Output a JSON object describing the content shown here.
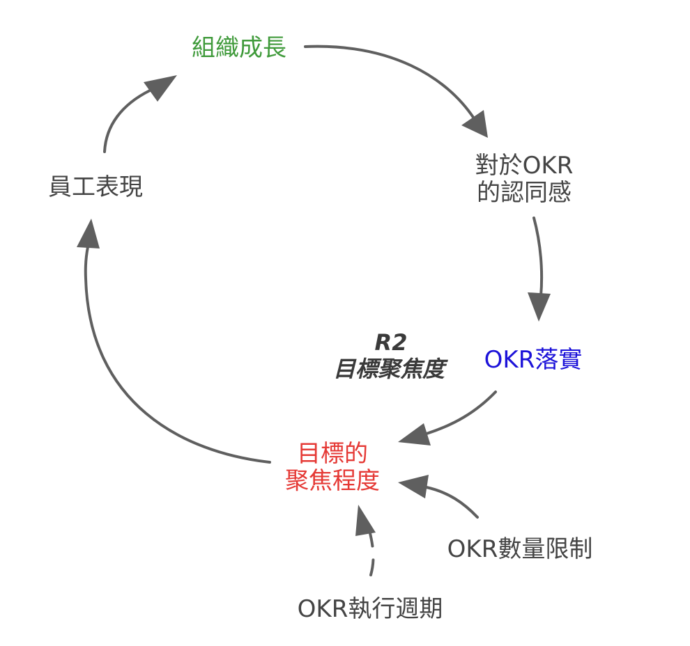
{
  "nodes": {
    "org_growth": {
      "label": "組織成長",
      "color": "#3f9a3a"
    },
    "okr_recognition": {
      "lines": [
        "對於OKR",
        "的認同感"
      ],
      "color": "#444444"
    },
    "okr_implementation": {
      "label": "OKR落實",
      "color": "#1c12d9"
    },
    "goal_focus": {
      "lines": [
        "目標的",
        "聚焦程度"
      ],
      "color": "#e53935"
    },
    "employee_performance": {
      "label": "員工表現",
      "color": "#444444"
    },
    "okr_quantity_limit": {
      "label": "OKR數量限制",
      "color": "#444444"
    },
    "okr_cycle": {
      "label": "OKR執行週期",
      "color": "#444444"
    }
  },
  "loop": {
    "id": "R2",
    "name": "目標聚焦度",
    "color": "#3a3a3a"
  },
  "arrow_color": "#5f5f5f"
}
